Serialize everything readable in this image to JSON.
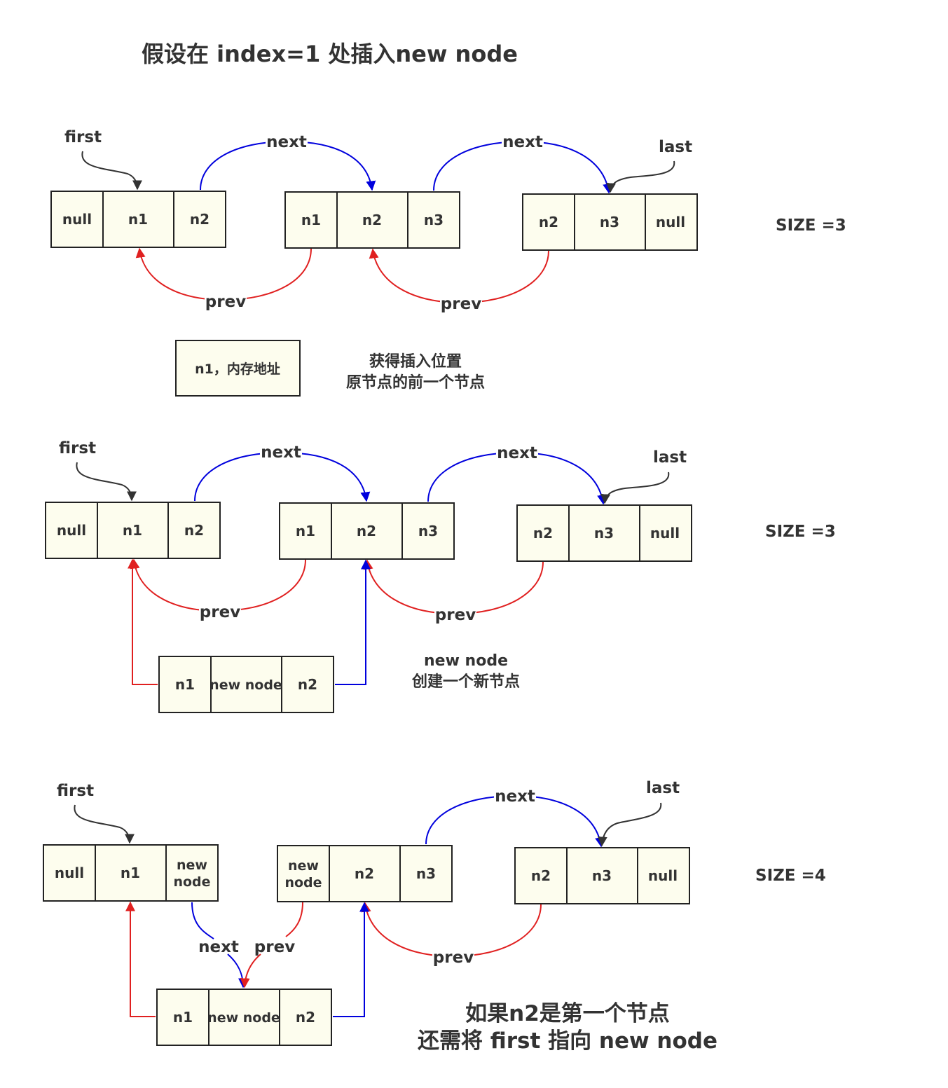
{
  "title": "假设在 index=1 处插入new node",
  "colors": {
    "next_arrow": "#0000dd",
    "prev_arrow": "#e02020",
    "pointer": "#333333",
    "cell_fill": "#fdfdee"
  },
  "labels": {
    "next": "next",
    "prev": "prev",
    "first": "first",
    "last": "last"
  },
  "stage1": {
    "nodes": [
      {
        "cells": [
          "null",
          "n1",
          "n2"
        ]
      },
      {
        "cells": [
          "n1",
          "n2",
          "n3"
        ]
      },
      {
        "cells": [
          "n2",
          "n3",
          "null"
        ]
      }
    ],
    "size": "SIZE =3",
    "memory_box": "n1，内存地址",
    "note_line1": "获得插入位置",
    "note_line2": "原节点的前一个节点"
  },
  "stage2": {
    "nodes": [
      {
        "cells": [
          "null",
          "n1",
          "n2"
        ]
      },
      {
        "cells": [
          "n1",
          "n2",
          "n3"
        ]
      },
      {
        "cells": [
          "n2",
          "n3",
          "null"
        ]
      }
    ],
    "new_node": {
      "cells": [
        "n1",
        "new node",
        "n2"
      ]
    },
    "size": "SIZE =3",
    "note_line1": "new node",
    "note_line2": "创建一个新节点"
  },
  "stage3": {
    "nodes": [
      {
        "cells": [
          "null",
          "n1",
          "new node"
        ]
      },
      {
        "cells": [
          "new node",
          "n2",
          "n3"
        ]
      },
      {
        "cells": [
          "n2",
          "n3",
          "null"
        ]
      }
    ],
    "new_node": {
      "cells": [
        "n1",
        "new node",
        "n2"
      ]
    },
    "size": "SIZE =4",
    "note_line1": "如果n2是第一个节点",
    "note_line2": "还需将 first 指向 new node"
  }
}
